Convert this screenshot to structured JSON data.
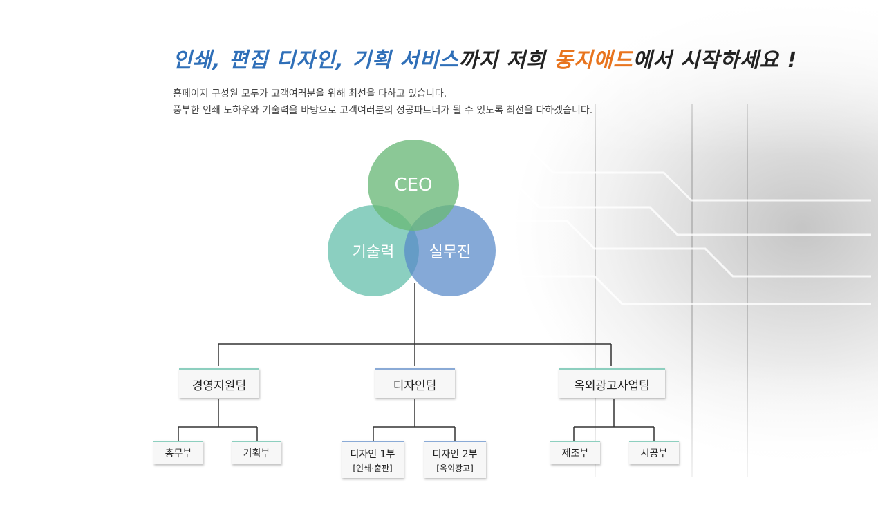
{
  "headline": {
    "part1": "인쇄, 편집 디자인, 기획 서비스",
    "part2": "까지 저희 ",
    "brand": "동지애드",
    "part3": "에서 시작하세요 !"
  },
  "intro": {
    "line1": "홈페이지 구성원 모두가 고객여러분을 위해 최선을 다하고 있습니다.",
    "line2": "풍부한 인쇄 노하우와 기술력을 바탕으로 고객여러분의 성공파트너가 될 수 있도록 최선을 다하겠습니다."
  },
  "core": {
    "ceo": "CEO",
    "tech": "기술력",
    "staff": "실무진"
  },
  "departments": {
    "management": "경영지원팀",
    "design": "디자인팀",
    "outdoor": "옥외광고사업팀"
  },
  "sub_departments": {
    "general_affairs": "총무부",
    "planning": "기획부",
    "design1": "디자인 1부",
    "design1_note": "[인쇄·출판]",
    "design2": "디자인 2부",
    "design2_note": "[옥외광고]",
    "manufacturing": "제조부",
    "construction": "시공부"
  },
  "colors": {
    "headline_blue": "#2f6fb8",
    "headline_orange": "#e8741e",
    "ceo_green": "#6ab878",
    "tech_teal": "#5ebda8",
    "staff_blue": "#5688c8",
    "accent_green": "#8dcfbf",
    "accent_blue": "#8aaad6"
  }
}
